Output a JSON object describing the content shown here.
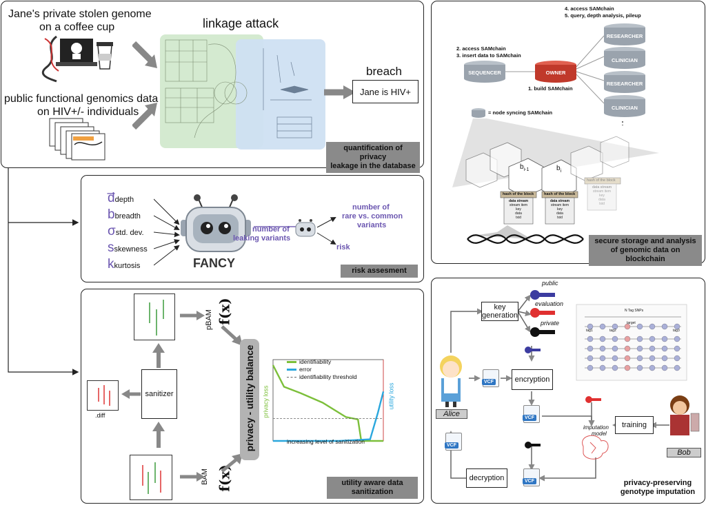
{
  "linkage": {
    "title": "linkage attack",
    "jane_text_l1": "Jane's private stolen genome",
    "jane_text_l2": "on a coffee cup",
    "public_text_l1": "public functional genomics data",
    "public_text_l2": "on HIV+/- individuals",
    "breach_title": "breach",
    "breach_box": "Jane is HIV+",
    "tag_l1": "quantification of privacy",
    "tag_l2": "leakage in the database"
  },
  "fancy": {
    "stats": [
      {
        "symbol": "d̅",
        "label": "depth"
      },
      {
        "symbol": "b",
        "label": "breadth"
      },
      {
        "symbol": "σ",
        "label": "std. dev."
      },
      {
        "symbol": "s",
        "label": "skewness"
      },
      {
        "symbol": "k",
        "label": "kurtosis"
      }
    ],
    "title": "FANCY",
    "leak_l1": "number of",
    "leak_l2": "leaking variants",
    "out_l1": "number of",
    "out_l2": "rare vs. common",
    "out_l3": "variants",
    "risk": "risk",
    "tag": "risk assesment"
  },
  "sanitization": {
    "pbam": "pBAM",
    "bam": "BAM",
    "fx": "f(x)",
    "sanitizer": "sanitizer",
    "diff": ".diff",
    "balance": "privacy - utility balance",
    "legend": [
      "identifiability",
      "error",
      "identifiability threshold"
    ],
    "y_left": "privacy loss",
    "y_right": "utility loss",
    "x_label": "increasing level of sanitization",
    "tag_l1": "utility aware data",
    "tag_l2": "sanitization"
  },
  "chart_data": {
    "type": "line",
    "xlabel": "increasing level of sanitization",
    "ylabel": "privacy loss",
    "ylabel_right": "utility loss",
    "series": [
      {
        "name": "identifiability",
        "color": "#7cbf3a",
        "x": [
          0,
          0.1,
          0.25,
          0.45,
          0.66,
          0.77,
          0.8,
          1.0
        ],
        "y": [
          0.95,
          0.68,
          0.6,
          0.48,
          0.3,
          0.27,
          0.0,
          0.0
        ]
      },
      {
        "name": "error",
        "color": "#2aa7dd",
        "x": [
          0,
          0.3,
          0.6,
          0.87,
          0.88,
          0.95,
          1.0
        ],
        "y": [
          0.0,
          0.0,
          0.0,
          0.02,
          0.02,
          0.35,
          0.62
        ]
      },
      {
        "name": "identifiability threshold",
        "color": "#666666",
        "x": [
          0,
          1.0
        ],
        "y": [
          0.28,
          0.28
        ]
      }
    ]
  },
  "blockchain": {
    "step12_l1": "2. access SAMchain",
    "step12_l2": "3. insert data to SAMchain",
    "step45_l1": "4. access SAMchain",
    "step45_l2": "5. query, depth analysis, pileup",
    "step1": "1. build SAMchain",
    "sequencer": "SEQUENCER",
    "owner": "OWNER",
    "nodes": [
      "RESEARCHER",
      "CLINICIAN",
      "RESEARCHER",
      "CLINICIAN"
    ],
    "node_legend": "= node syncing SAMchain",
    "block_prev": "b",
    "block_prev_sub": "i-1",
    "block_cur": "b",
    "block_cur_sub": "i",
    "hash_label": "hash of the block",
    "stream_l1": "data stream",
    "stream_l2": "stream item",
    "stream_l3": "key",
    "stream_l4": "data",
    "stream_l5": "txid",
    "tag_l1": "secure storage and analysis",
    "tag_l2": "of genomic data on blockchain"
  },
  "imputation": {
    "key_gen_l1": "key",
    "key_gen_l2": "generation",
    "public": "public",
    "evaluation": "evaluation",
    "private": "private",
    "encryption": "encryption",
    "vcf": "VCF",
    "alice": "Alice",
    "bob": "Bob",
    "impute_l1": "imputation",
    "impute_l2": "model",
    "training": "training",
    "decryption": "decryption",
    "grid_title": "N Tag SNPs",
    "grid_target": "target",
    "grid_tags": [
      "tag1",
      "tag2",
      "tag3"
    ],
    "tag_l1": "privacy-preserving",
    "tag_l2": "genotype imputation",
    "colors": {
      "public_key": "#3c3ca0",
      "eval_key": "#e03030",
      "private_key": "#111111"
    }
  },
  "colors": {
    "green_panel": "#d4ead0",
    "blue_panel": "#cfe0f2",
    "tag_gray": "#8a8a8a",
    "owner": "#c0392b",
    "cylinder": "#9aa3ad"
  }
}
